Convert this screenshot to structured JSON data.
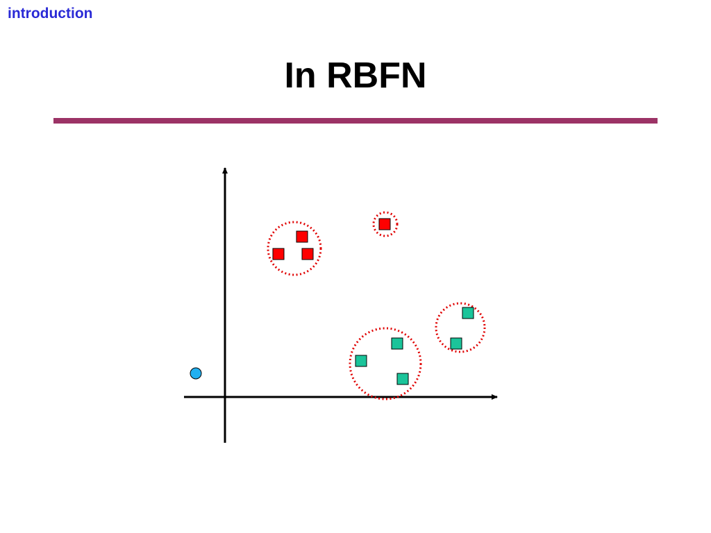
{
  "nav": {
    "link_label": "introduction"
  },
  "slide": {
    "title": "In RBFN"
  },
  "colors": {
    "link": "#2a2ad6",
    "rule": "#9c3366",
    "axis": "#000000",
    "class_a_fill": "#ff0000",
    "class_b_fill": "#1bc49a",
    "cluster_outline": "#e00000",
    "query_point_fill": "#22b0f0",
    "shape_stroke": "#000000"
  },
  "diagram": {
    "shapes": {
      "class_a": "red-square",
      "class_b": "teal-square",
      "query": "blue-circle",
      "cluster": "red-dotted-circle"
    }
  }
}
